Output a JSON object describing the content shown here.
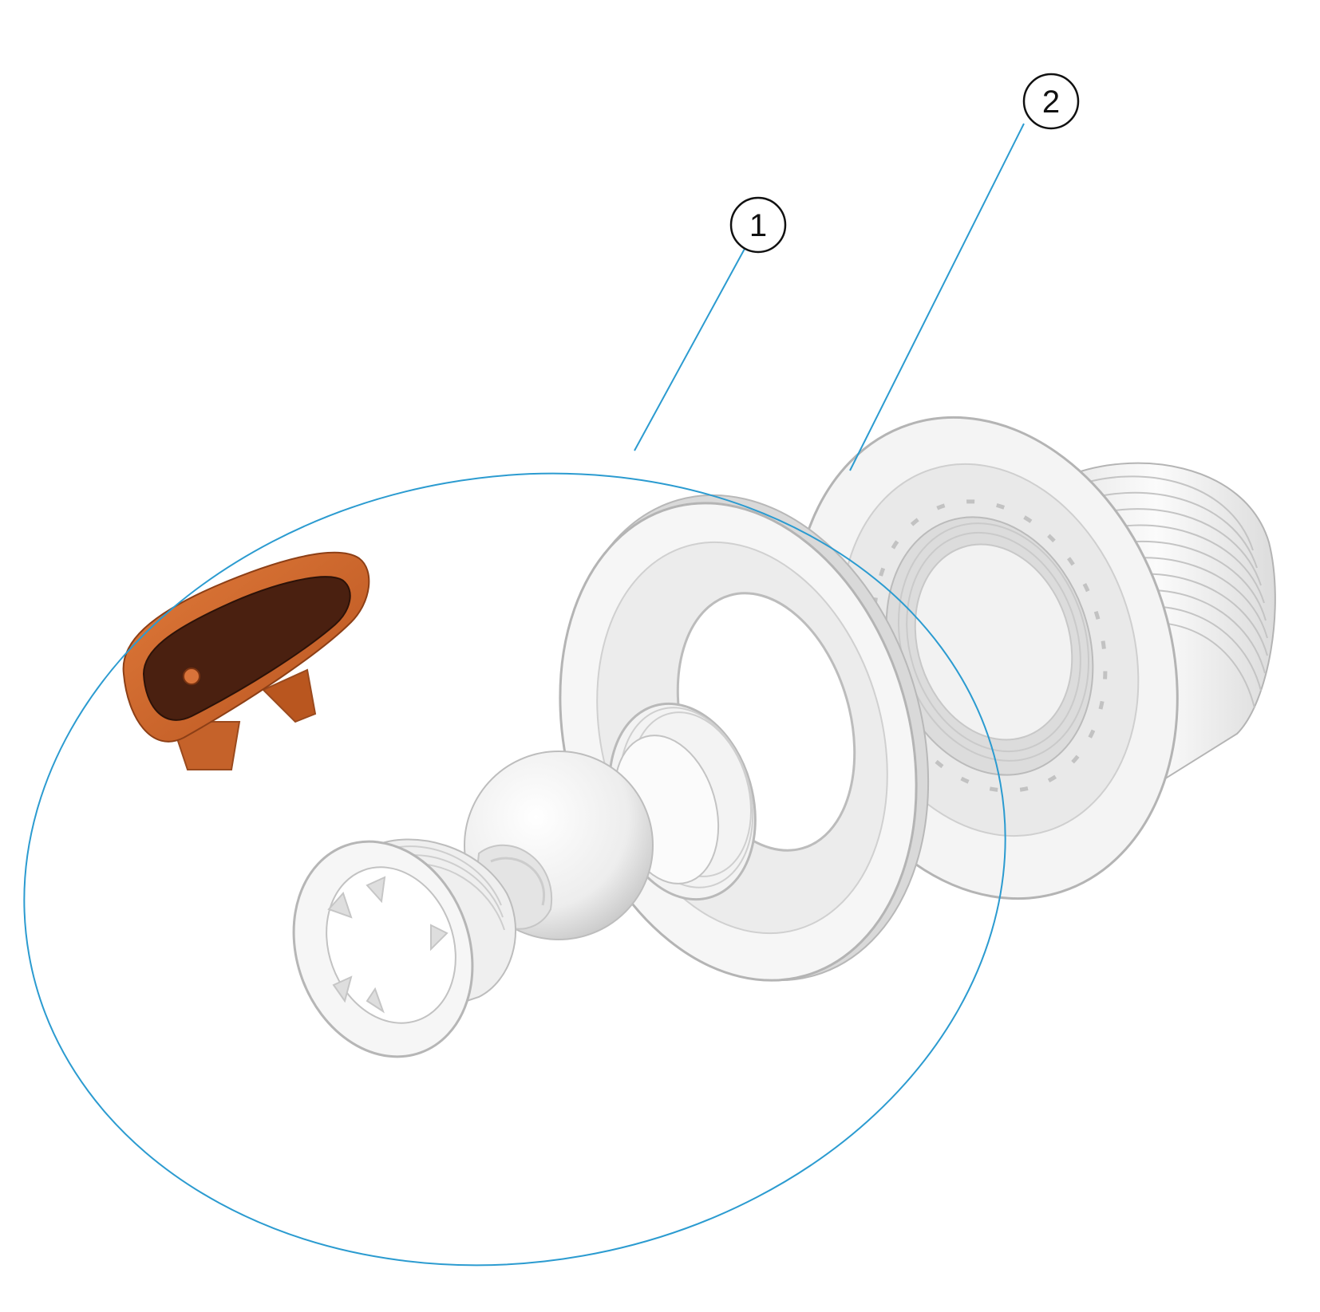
{
  "colors": {
    "leader_line": "#2b9bd0",
    "key_orange": "#d2692c",
    "key_dark": "#4a2010",
    "part_white": "#f4f4f4",
    "part_shade": "#d8d8d8",
    "part_edge": "#b4b4b4",
    "callout_stroke": "#111111"
  },
  "callouts": [
    {
      "label": "1",
      "refers_to": "fitting-assembly"
    },
    {
      "label": "2",
      "refers_to": "wall-flange-body"
    }
  ],
  "parts": [
    {
      "icon": "key-icon",
      "part": "adjustment-key"
    },
    {
      "icon": "ring-icon",
      "part": "front-retaining-ring"
    },
    {
      "icon": "ball-icon",
      "part": "eyeball-nozzle"
    },
    {
      "icon": "ring-icon",
      "part": "threaded-insert"
    },
    {
      "icon": "flange-icon",
      "part": "face-plate"
    },
    {
      "icon": "flange-icon",
      "part": "threaded-wall-body"
    }
  ]
}
